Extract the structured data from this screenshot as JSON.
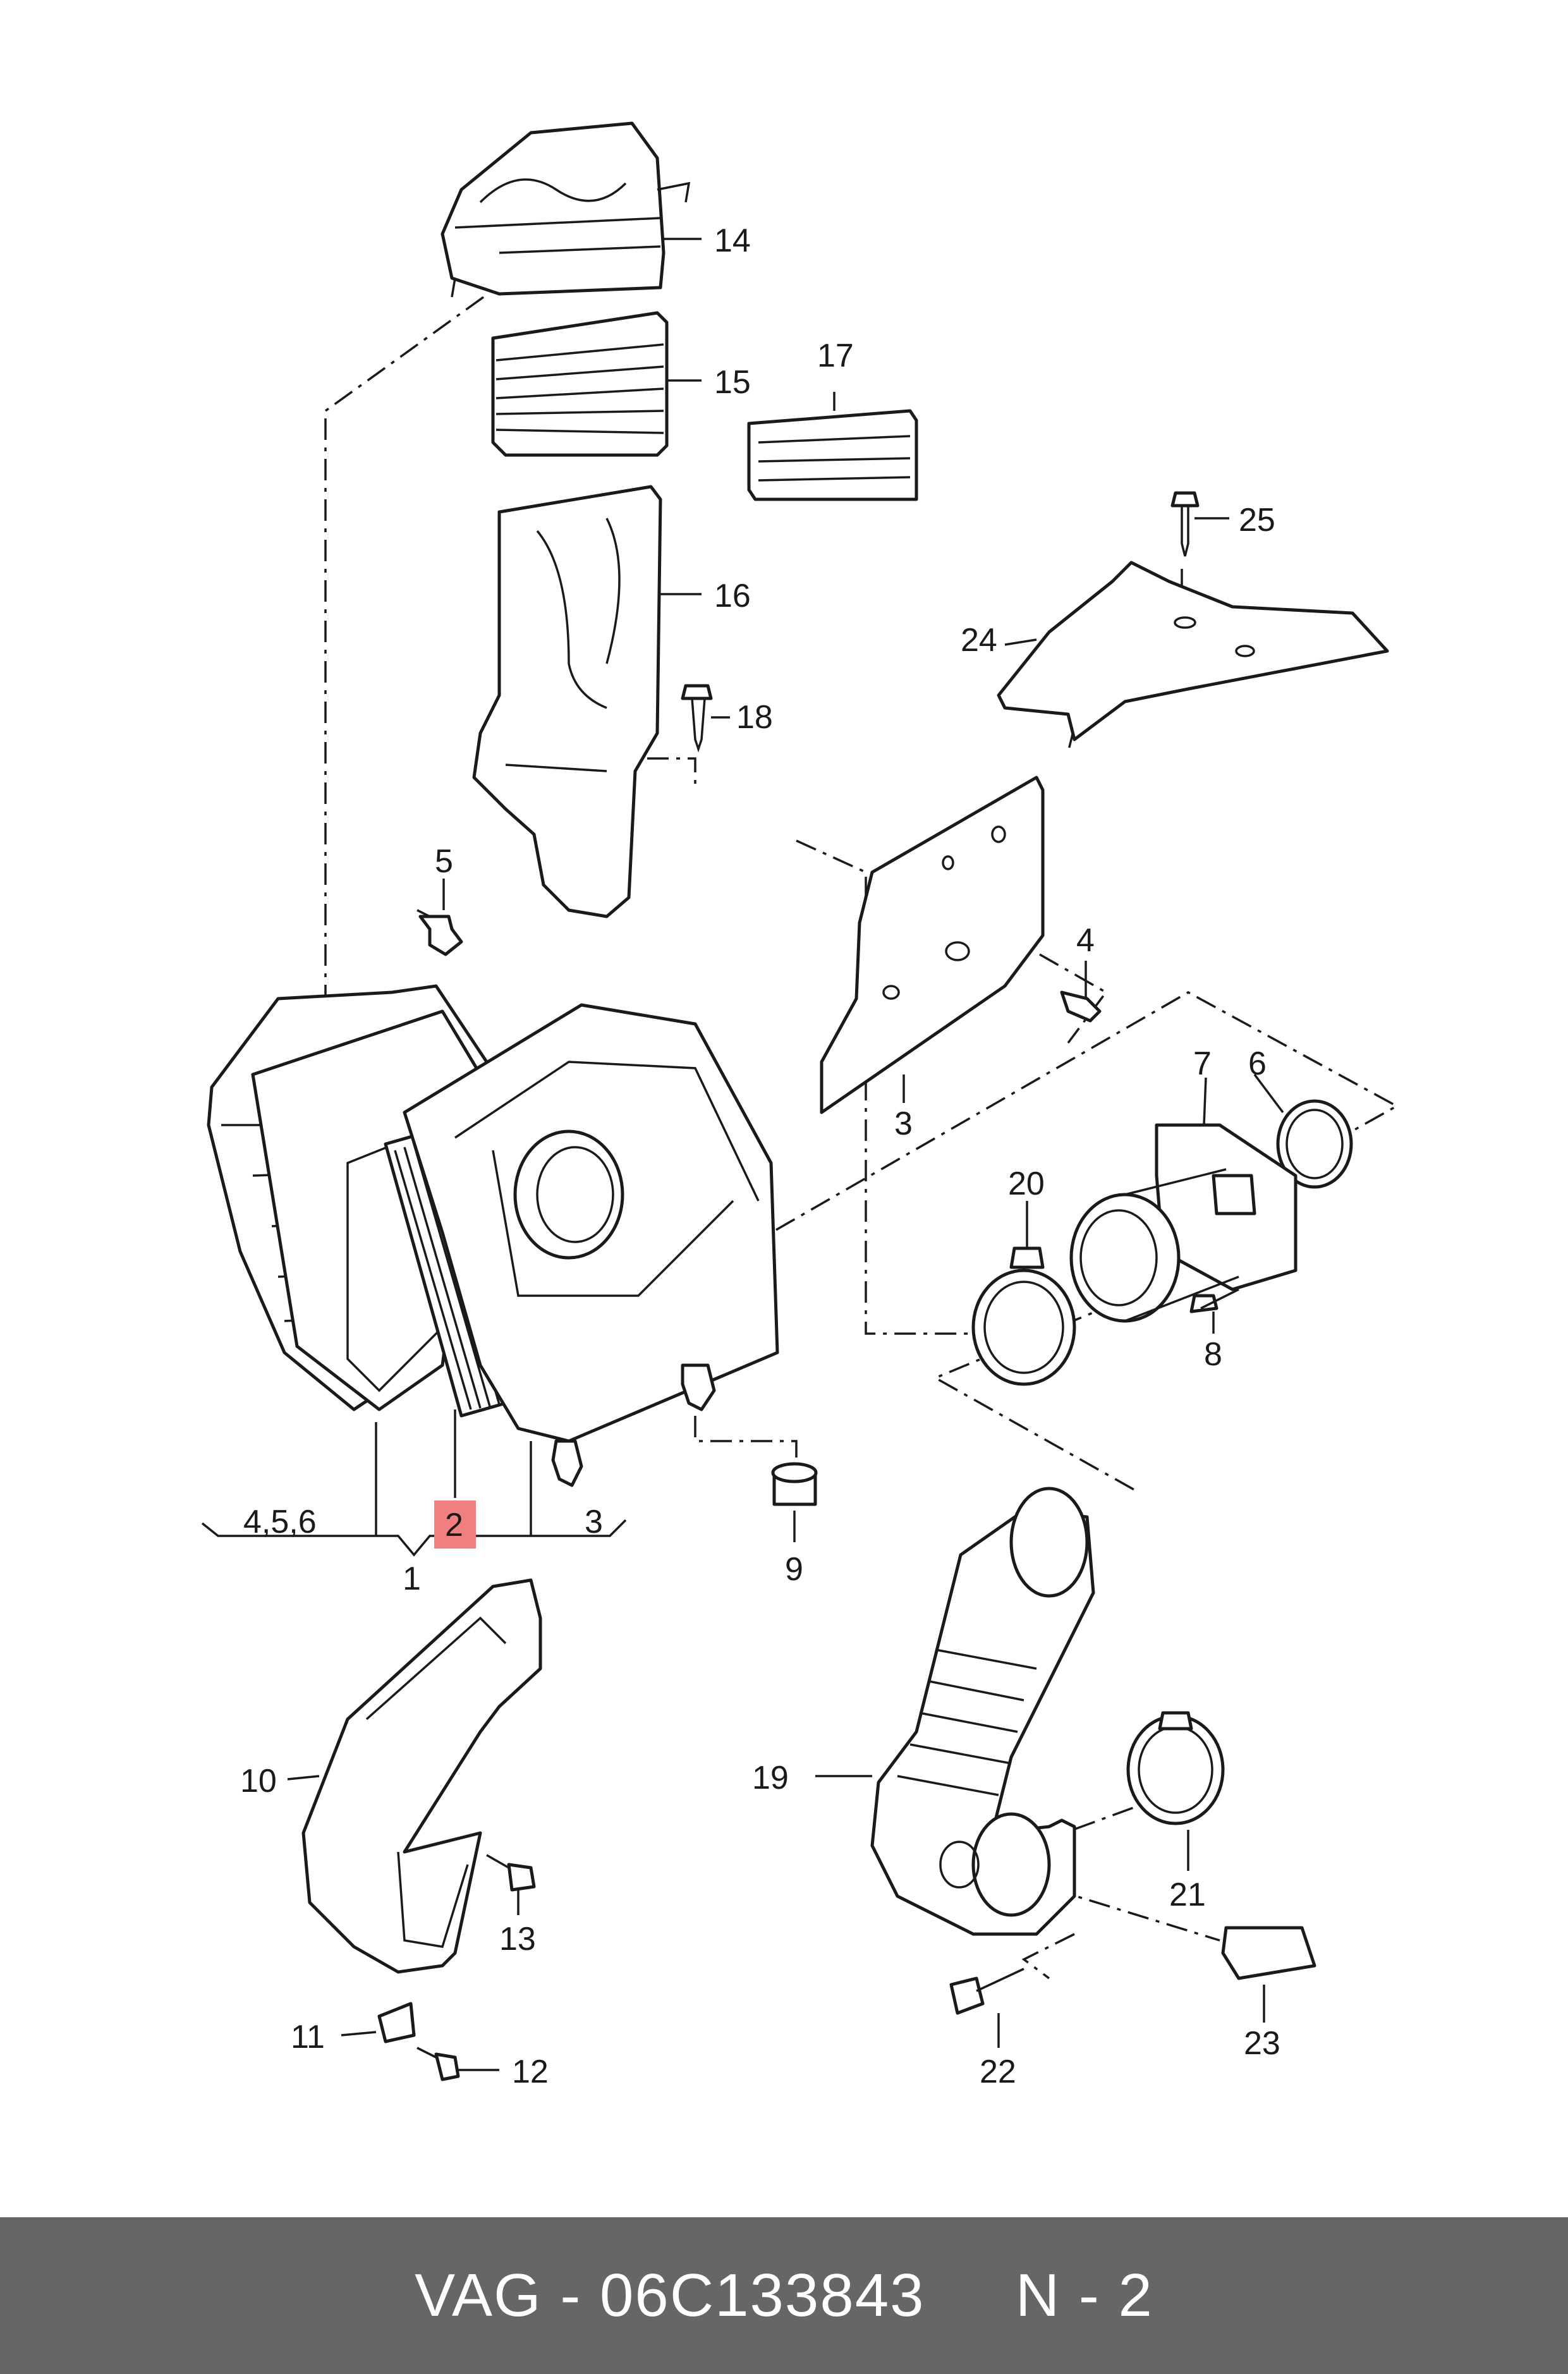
{
  "callouts": {
    "c1": "1",
    "c2": "2",
    "c3a": "3",
    "c3b": "3",
    "c4": "4",
    "c456": "4,5,6",
    "c5": "5",
    "c6": "6",
    "c7": "7",
    "c8": "8",
    "c9": "9",
    "c10": "10",
    "c11": "11",
    "c12": "12",
    "c13": "13",
    "c14": "14",
    "c15": "15",
    "c16": "16",
    "c17": "17",
    "c18": "18",
    "c19": "19",
    "c20": "20",
    "c21": "21",
    "c22": "22",
    "c23": "23",
    "c24": "24",
    "c25": "25"
  },
  "colors": {
    "highlight": "#f08080",
    "footer_bg": "#666666",
    "line": "#1a1a1a"
  },
  "footer": {
    "text": "VAG - 06C133843     N - 2"
  }
}
